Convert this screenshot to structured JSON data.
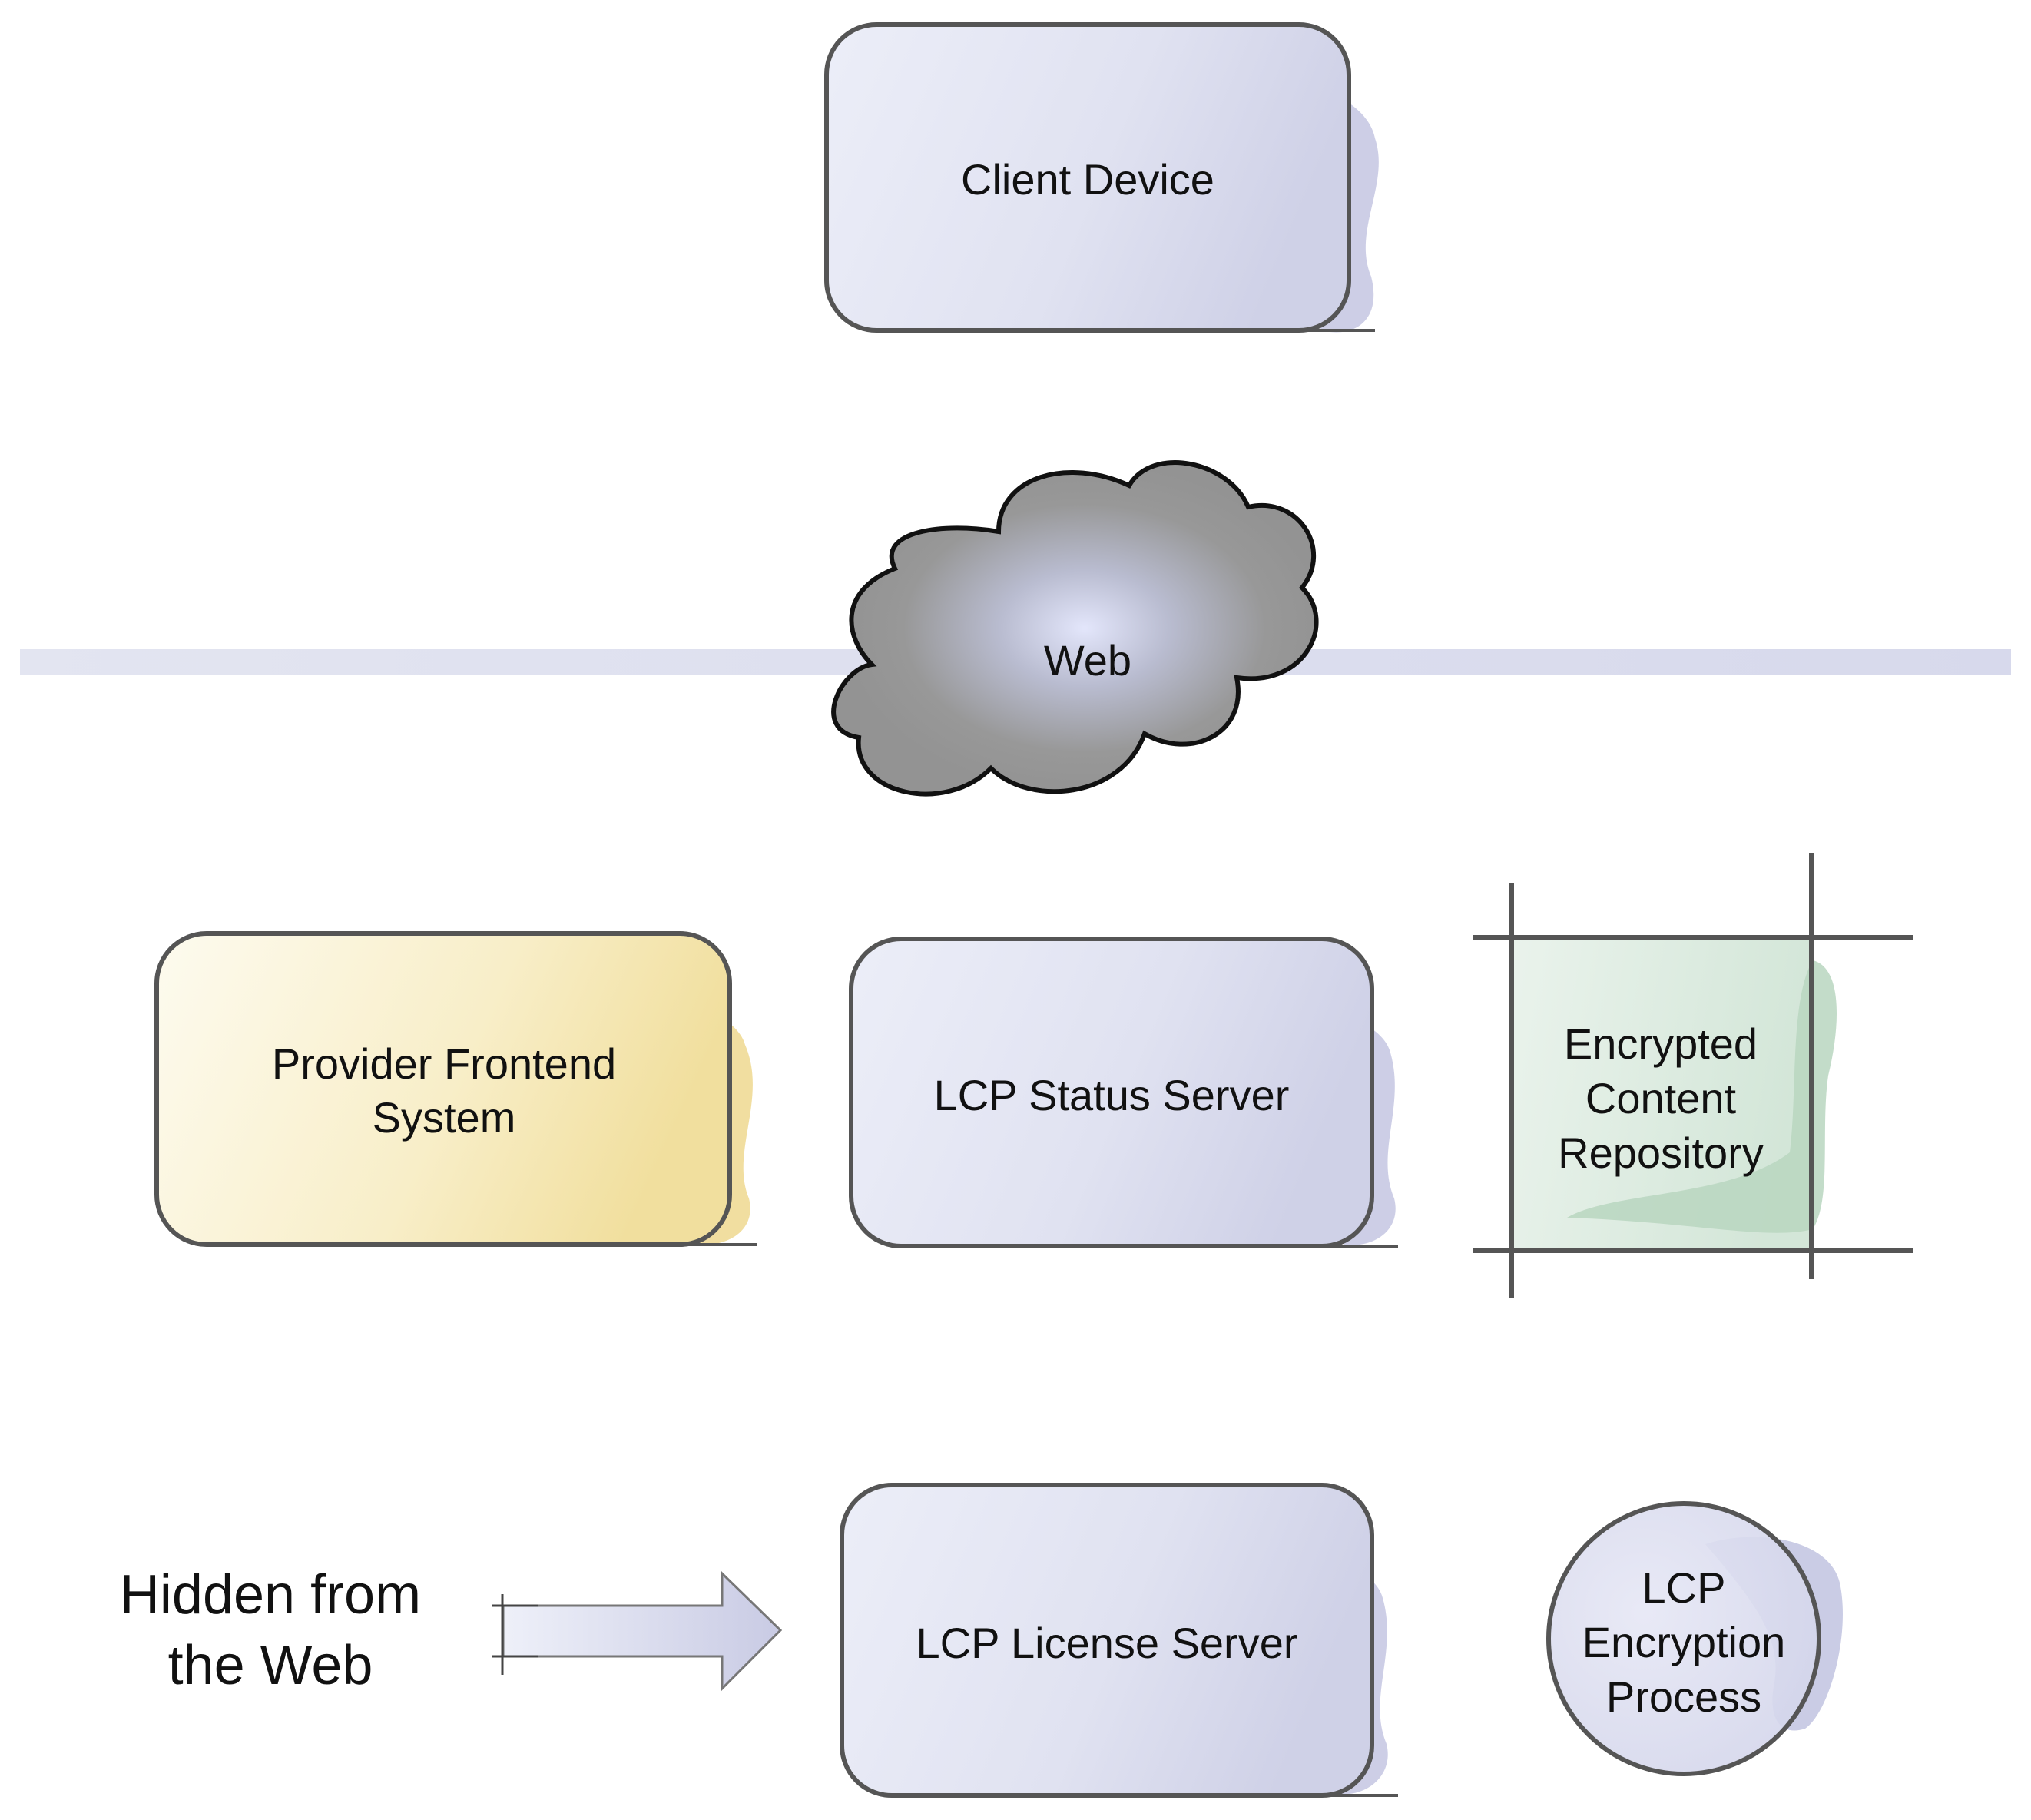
{
  "nodes": {
    "client_device": {
      "label": "Client Device"
    },
    "web": {
      "label": "Web"
    },
    "provider_frontend": {
      "line1": "Provider Frontend",
      "line2": "System"
    },
    "status_server": {
      "label": "LCP Status Server"
    },
    "content_repository": {
      "line1": "Encrypted",
      "line2": "Content",
      "line3": "Repository"
    },
    "license_server": {
      "label": "LCP License Server"
    },
    "encryption_process": {
      "line1": "LCP",
      "line2": "Encryption",
      "line3": "Process"
    }
  },
  "annotation": {
    "line1": "Hidden from",
    "line2": "the Web"
  },
  "colors": {
    "lavender": "#d3d5ea",
    "yellow": "#f2df9c",
    "green": "#cfe4d3",
    "outline": "#555555",
    "divider": "#dfe1ef",
    "cloud": "#959595"
  }
}
